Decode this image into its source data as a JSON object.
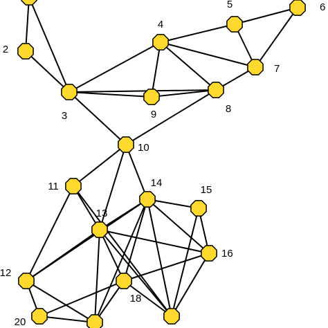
{
  "graph": {
    "node_color": "#FFD92E",
    "edge_color": "#000000",
    "nodes": [
      {
        "id": "1",
        "label": ""
      },
      {
        "id": "2",
        "label": "2"
      },
      {
        "id": "3",
        "label": "3"
      },
      {
        "id": "4",
        "label": "4"
      },
      {
        "id": "5",
        "label": "5"
      },
      {
        "id": "6",
        "label": "6"
      },
      {
        "id": "7",
        "label": "7"
      },
      {
        "id": "8",
        "label": "8"
      },
      {
        "id": "9",
        "label": "9"
      },
      {
        "id": "10",
        "label": "10"
      },
      {
        "id": "11",
        "label": "11"
      },
      {
        "id": "12",
        "label": "12"
      },
      {
        "id": "13",
        "label": "13"
      },
      {
        "id": "14",
        "label": "14"
      },
      {
        "id": "15",
        "label": "15"
      },
      {
        "id": "16",
        "label": "16"
      },
      {
        "id": "17",
        "label": ""
      },
      {
        "id": "18",
        "label": "18"
      },
      {
        "id": "19",
        "label": ""
      },
      {
        "id": "20",
        "label": "20"
      }
    ],
    "edges": [
      [
        "1",
        "2"
      ],
      [
        "1",
        "3"
      ],
      [
        "2",
        "3"
      ],
      [
        "3",
        "4"
      ],
      [
        "3",
        "9"
      ],
      [
        "3",
        "8"
      ],
      [
        "3",
        "10"
      ],
      [
        "4",
        "5"
      ],
      [
        "4",
        "9"
      ],
      [
        "4",
        "8"
      ],
      [
        "4",
        "7"
      ],
      [
        "5",
        "6"
      ],
      [
        "5",
        "7"
      ],
      [
        "6",
        "7"
      ],
      [
        "7",
        "8"
      ],
      [
        "8",
        "9"
      ],
      [
        "8",
        "10"
      ],
      [
        "10",
        "11"
      ],
      [
        "10",
        "13"
      ],
      [
        "10",
        "14"
      ],
      [
        "11",
        "12"
      ],
      [
        "11",
        "13"
      ],
      [
        "11",
        "17"
      ],
      [
        "12",
        "13"
      ],
      [
        "12",
        "14"
      ],
      [
        "12",
        "20"
      ],
      [
        "12",
        "19"
      ],
      [
        "13",
        "14"
      ],
      [
        "13",
        "18"
      ],
      [
        "13",
        "16"
      ],
      [
        "13",
        "17"
      ],
      [
        "13",
        "19"
      ],
      [
        "14",
        "15"
      ],
      [
        "14",
        "16"
      ],
      [
        "14",
        "18"
      ],
      [
        "14",
        "17"
      ],
      [
        "14",
        "19"
      ],
      [
        "15",
        "16"
      ],
      [
        "15",
        "17"
      ],
      [
        "16",
        "18"
      ],
      [
        "16",
        "17"
      ],
      [
        "18",
        "17"
      ],
      [
        "18",
        "19"
      ],
      [
        "18",
        "20"
      ],
      [
        "20",
        "19"
      ]
    ]
  }
}
